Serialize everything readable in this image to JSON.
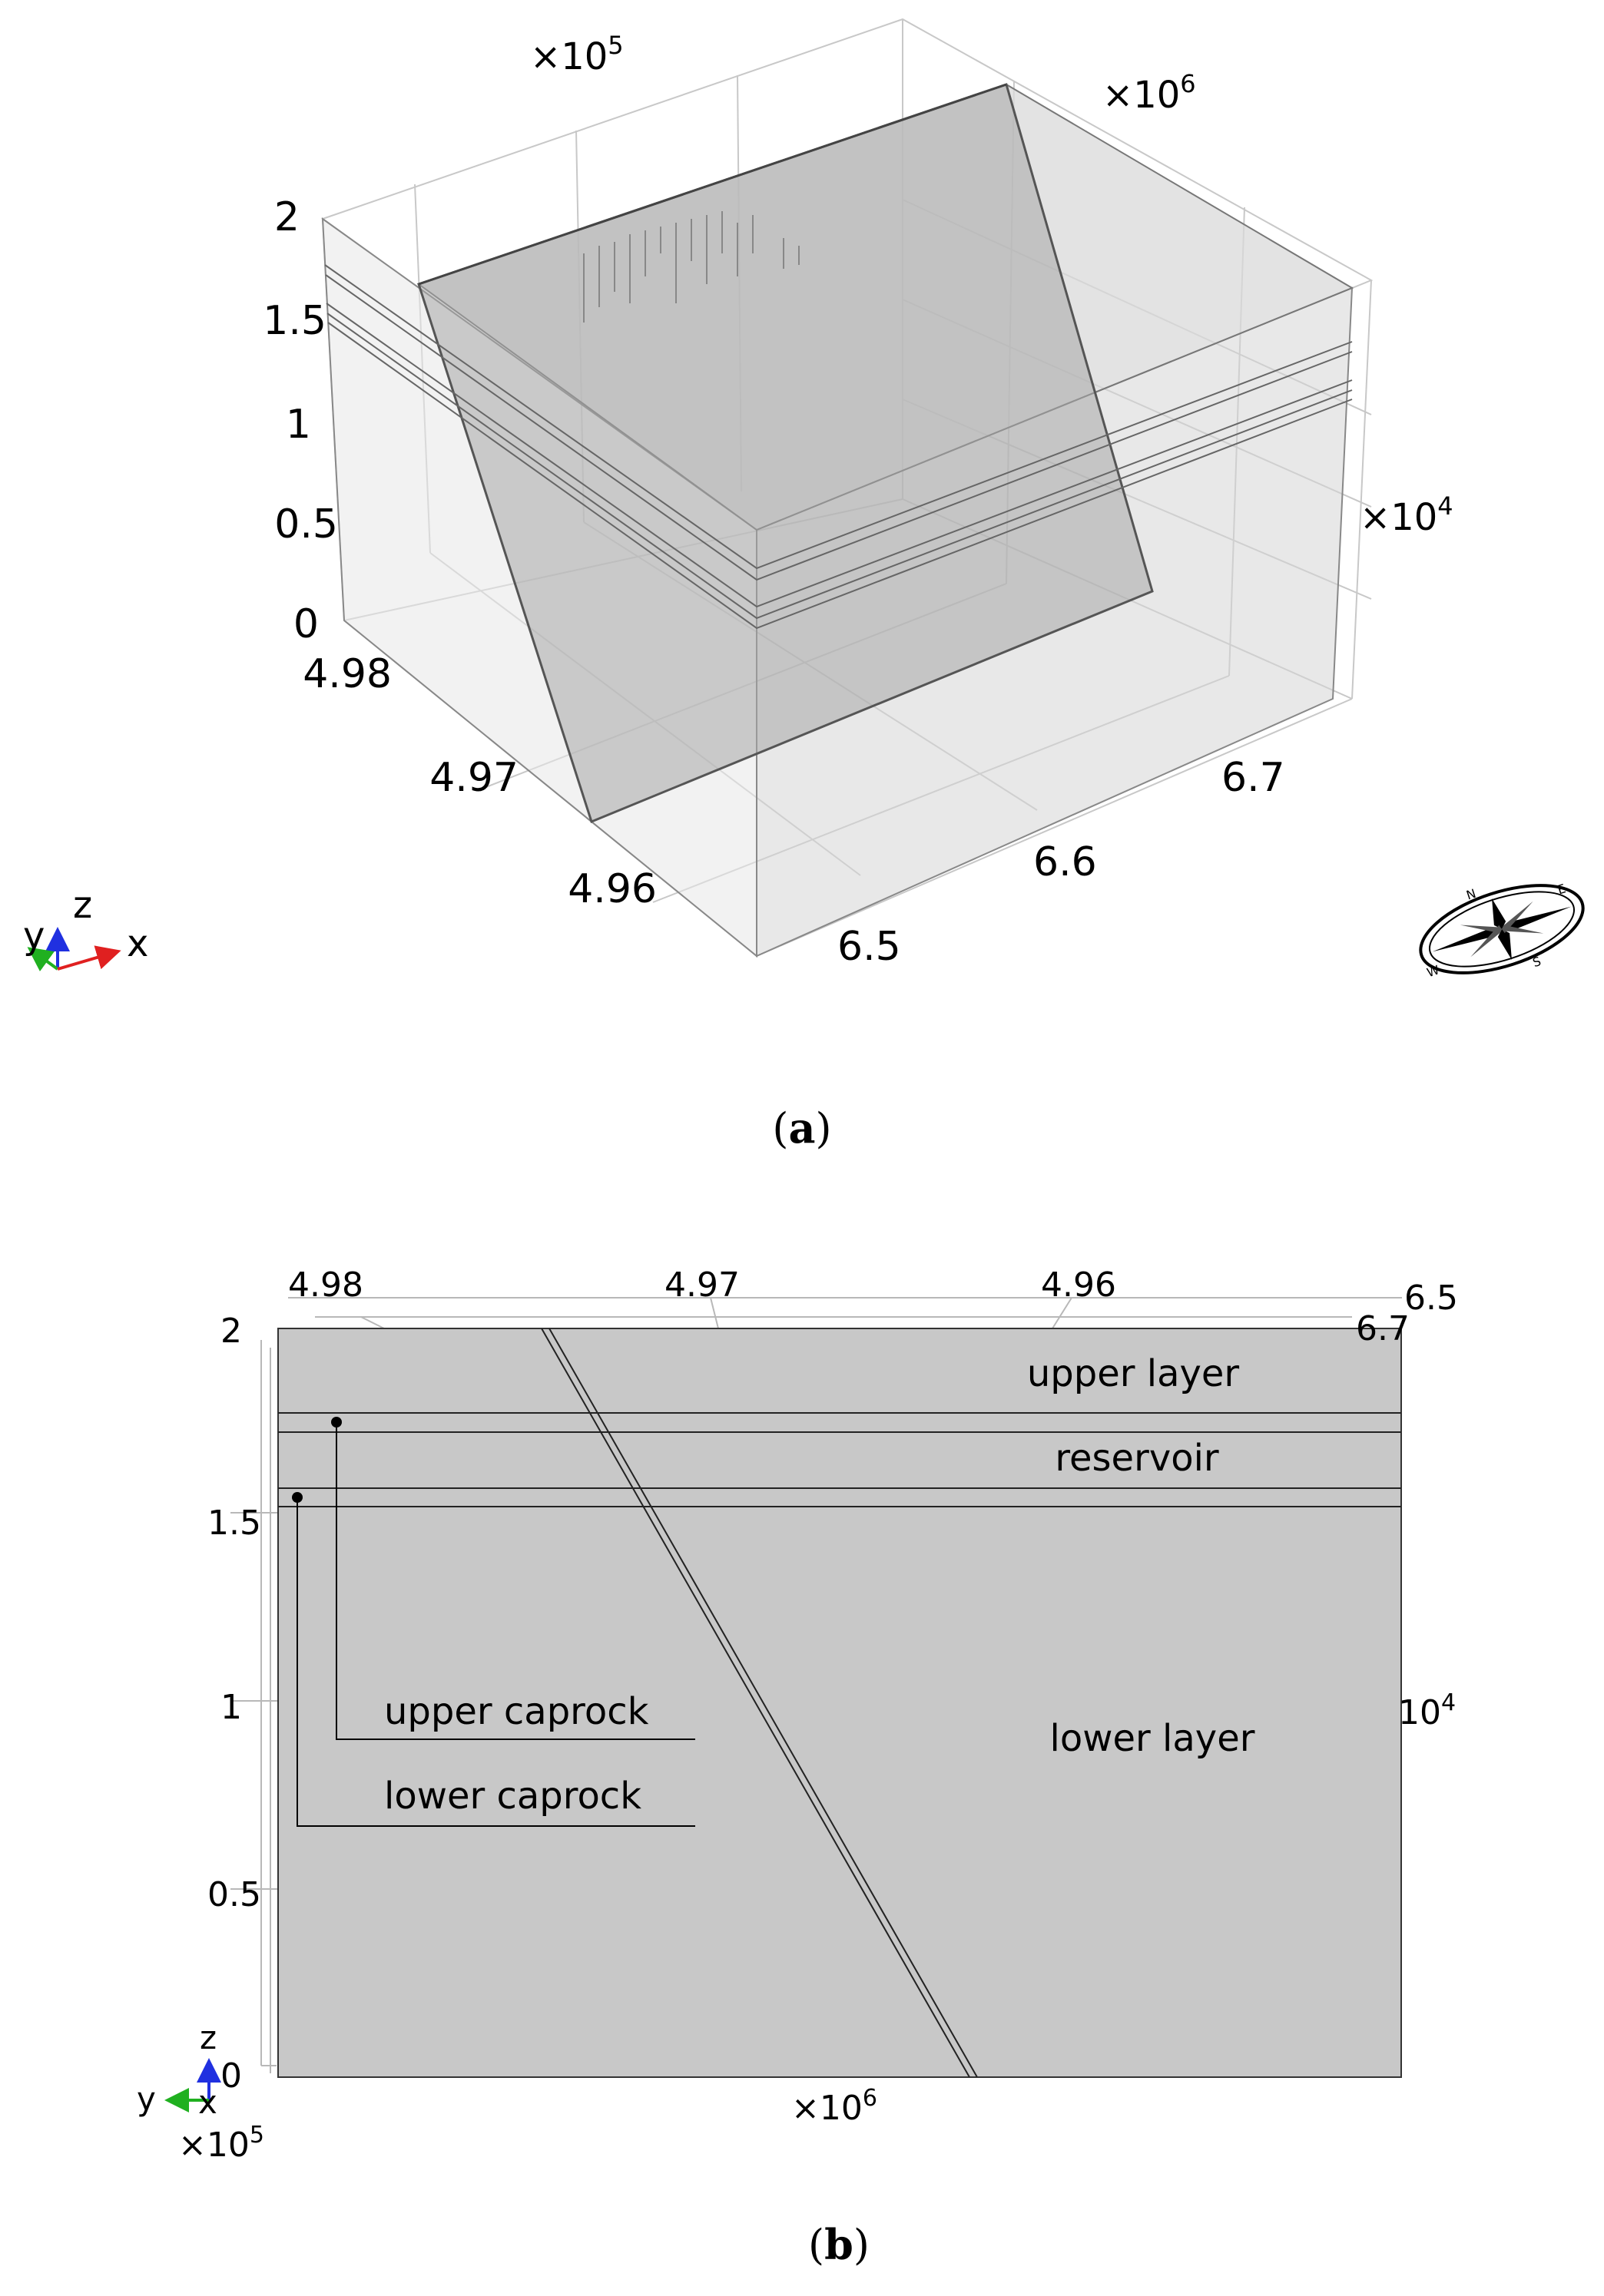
{
  "panel_a": {
    "caption": "a",
    "x_multiplier": "×10",
    "x_multiplier_exp": "5",
    "y_multiplier": "×10",
    "y_multiplier_exp": "6",
    "z_multiplier": "×10",
    "z_multiplier_exp": "4",
    "z_ticks": [
      "2",
      "1.5",
      "1",
      "0.5",
      "0"
    ],
    "left_ticks": [
      "4.98",
      "4.97",
      "4.96"
    ],
    "right_ticks": [
      "6.5",
      "6.6",
      "6.7"
    ],
    "triad_labels": {
      "z": "z",
      "y": "y",
      "x": "x"
    },
    "compass_letters": {
      "n": "N",
      "e": "E",
      "s": "S",
      "w": "W"
    }
  },
  "panel_b": {
    "caption": "b",
    "top_ticks": [
      "4.98",
      "4.97",
      "4.96"
    ],
    "right_top_ticks": [
      "6.5",
      "6.7"
    ],
    "left_ticks": [
      "2",
      "1.5",
      "1",
      "0.5",
      "0"
    ],
    "right_exponent_label": "10",
    "right_exponent_sup": "4",
    "x_multiplier": "×10",
    "x_multiplier_exp": "6",
    "y_multiplier": "×10",
    "y_multiplier_exp": "5",
    "layer_labels": {
      "upper_layer": "upper layer",
      "reservoir": "reservoir",
      "upper_caprock": "upper caprock",
      "lower_caprock": "lower caprock",
      "lower_layer": "lower layer"
    },
    "triad_labels": {
      "z": "z",
      "y": "y",
      "x": "x"
    }
  },
  "colors": {
    "block_gray": "#c8c8c8",
    "top_face": "#d9d9d9",
    "fault_plane": "#a8a8a8",
    "line": "#555555",
    "axis_x": "#e02020",
    "axis_y": "#20b020",
    "axis_z": "#2030e0"
  }
}
